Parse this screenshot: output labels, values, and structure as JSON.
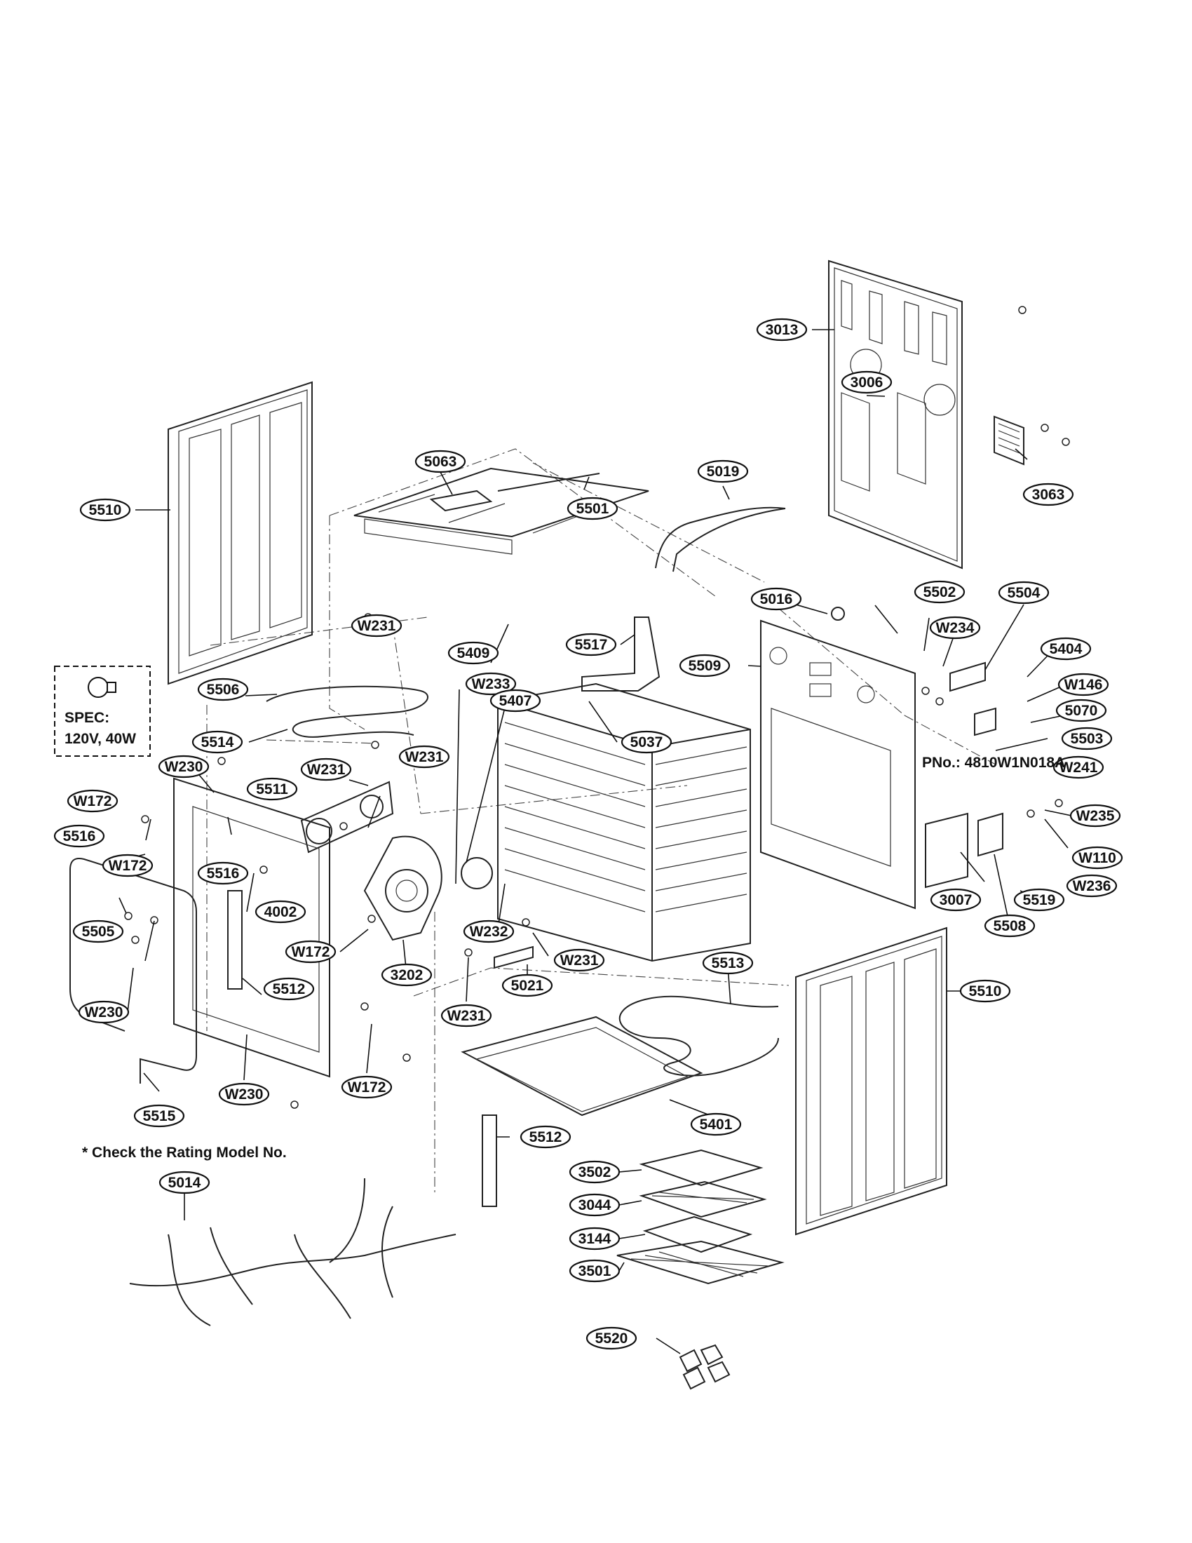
{
  "callouts": [
    {
      "id": "c3013",
      "label": "3013"
    },
    {
      "id": "c3063",
      "label": "3063"
    },
    {
      "id": "c5510a",
      "label": "5510"
    },
    {
      "id": "c5063",
      "label": "5063"
    },
    {
      "id": "c5501",
      "label": "5501"
    },
    {
      "id": "c5019",
      "label": "5019"
    },
    {
      "id": "c3006",
      "label": "3006"
    },
    {
      "id": "c5016",
      "label": "5016"
    },
    {
      "id": "c5502",
      "label": "5502"
    },
    {
      "id": "c5504",
      "label": "5504"
    },
    {
      "id": "cW234",
      "label": "W234"
    },
    {
      "id": "c5404",
      "label": "5404"
    },
    {
      "id": "cW146",
      "label": "W146"
    },
    {
      "id": "c5070",
      "label": "5070"
    },
    {
      "id": "c5503",
      "label": "5503"
    },
    {
      "id": "cW241",
      "label": "W241"
    },
    {
      "id": "cW235",
      "label": "W235"
    },
    {
      "id": "cW110",
      "label": "W110"
    },
    {
      "id": "cW236",
      "label": "W236"
    },
    {
      "id": "c5519",
      "label": "5519"
    },
    {
      "id": "c3007",
      "label": "3007"
    },
    {
      "id": "c5508",
      "label": "5508"
    },
    {
      "id": "c5509",
      "label": "5509"
    },
    {
      "id": "c5517",
      "label": "5517"
    },
    {
      "id": "c5409",
      "label": "5409"
    },
    {
      "id": "cW231a",
      "label": "W231"
    },
    {
      "id": "c5506",
      "label": "5506"
    },
    {
      "id": "c5514",
      "label": "5514"
    },
    {
      "id": "cW233",
      "label": "W233"
    },
    {
      "id": "c5407",
      "label": "5407"
    },
    {
      "id": "c5037",
      "label": "5037"
    },
    {
      "id": "cW230a",
      "label": "W230"
    },
    {
      "id": "cW231b",
      "label": "W231"
    },
    {
      "id": "cW231c",
      "label": "W231"
    },
    {
      "id": "cW172a",
      "label": "W172"
    },
    {
      "id": "c5511",
      "label": "5511"
    },
    {
      "id": "c5516a",
      "label": "5516"
    },
    {
      "id": "c5516b",
      "label": "5516"
    },
    {
      "id": "cW172b",
      "label": "W172"
    },
    {
      "id": "c4002",
      "label": "4002"
    },
    {
      "id": "c5505",
      "label": "5505"
    },
    {
      "id": "cW172c",
      "label": "W172"
    },
    {
      "id": "c3202",
      "label": "3202"
    },
    {
      "id": "c5512a",
      "label": "5512"
    },
    {
      "id": "cW230b",
      "label": "W230"
    },
    {
      "id": "cW232",
      "label": "W232"
    },
    {
      "id": "cW231d",
      "label": "W231"
    },
    {
      "id": "c5021",
      "label": "5021"
    },
    {
      "id": "cW231e",
      "label": "W231"
    },
    {
      "id": "c5513",
      "label": "5513"
    },
    {
      "id": "c5510b",
      "label": "5510"
    },
    {
      "id": "cW230c",
      "label": "W230"
    },
    {
      "id": "cW172d",
      "label": "W172"
    },
    {
      "id": "c5515",
      "label": "5515"
    },
    {
      "id": "c5401",
      "label": "5401"
    },
    {
      "id": "c5512b",
      "label": "5512"
    },
    {
      "id": "c5014",
      "label": "5014"
    },
    {
      "id": "c3502",
      "label": "3502"
    },
    {
      "id": "c3044",
      "label": "3044"
    },
    {
      "id": "c3144",
      "label": "3144"
    },
    {
      "id": "c3501",
      "label": "3501"
    },
    {
      "id": "c5520",
      "label": "5520"
    }
  ],
  "spec_box": {
    "line1": "SPEC:",
    "line2": "120V, 40W"
  },
  "pno_note": "PNo.: 4810W1N018A",
  "rating_note": "* Check the Rating Model No."
}
